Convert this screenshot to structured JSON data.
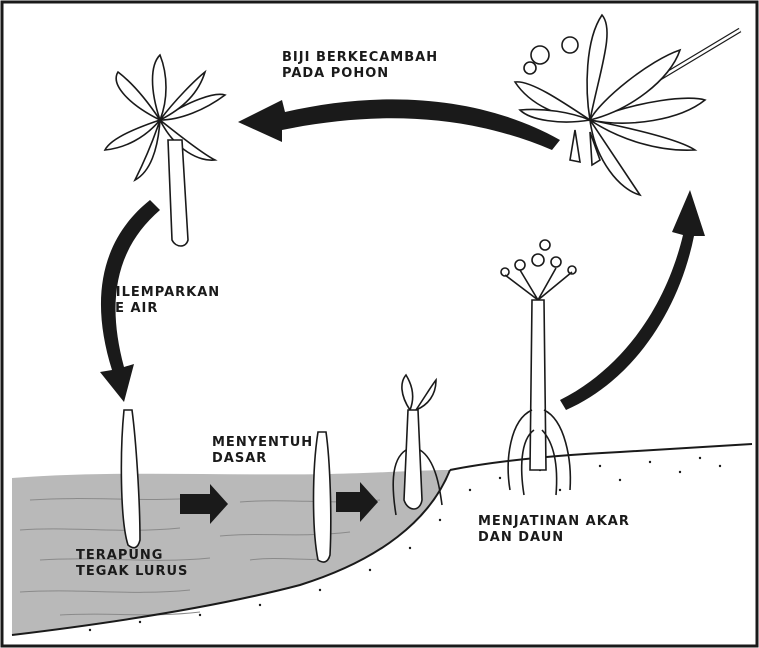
{
  "labels": {
    "germinate": {
      "line1": "BIJI BERKECAMBAH",
      "line2": "PADA POHON"
    },
    "thrown": {
      "line1": "DILEMPARKAN",
      "line2": "KE AIR"
    },
    "touch": {
      "line1": "MENYENTUH",
      "line2": "DASAR"
    },
    "float": {
      "line1": "TERAPUNG",
      "line2": "TEGAK LURUS"
    },
    "roots": {
      "line1": "MENJATINAN AKAR",
      "line2": "DAN DAUN"
    }
  },
  "colors": {
    "water": "#b9b9b9",
    "ink": "#1a1a1a",
    "paper": "#ffffff"
  }
}
